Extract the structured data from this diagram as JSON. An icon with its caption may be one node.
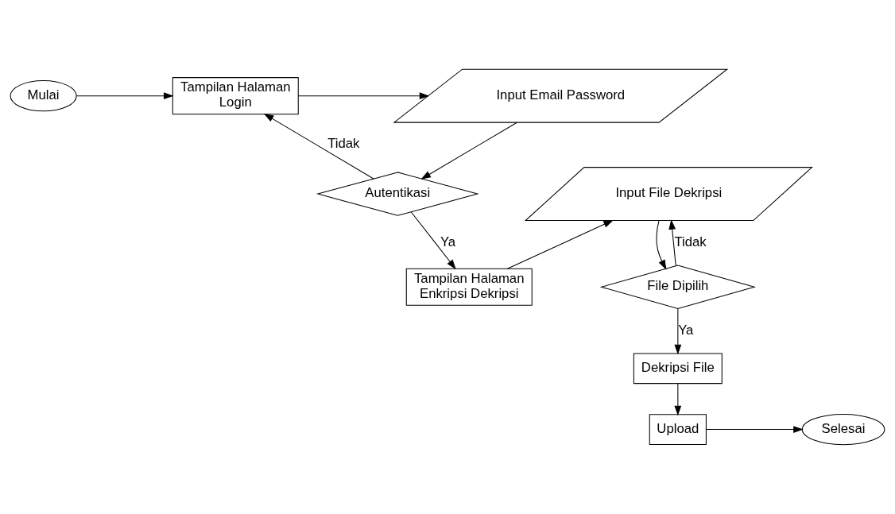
{
  "diagram": {
    "nodes": [
      {
        "text": [
          "Mulai"
        ]
      },
      {
        "text": [
          "Tampilan Halaman Login"
        ]
      },
      {
        "text": [
          "Input Email Password"
        ]
      },
      {
        "text": [
          "Autentikasi"
        ]
      },
      {
        "text": [
          "Tampilan Halaman Enkripsi Dekripsi"
        ]
      },
      {
        "text": [
          "Input File Dekripsi"
        ]
      },
      {
        "text": [
          "File Dipilih"
        ]
      },
      {
        "text": [
          "Dekripsi File"
        ]
      },
      {
        "text": [
          "Upload"
        ]
      },
      {
        "text": [
          "Selesai"
        ]
      }
    ],
    "edges": [
      {
        "from": 0,
        "to": 1,
        "arrow": "to"
      },
      {
        "from": 1,
        "to": 2,
        "arrow": "to"
      },
      {
        "from": 2,
        "to": 3,
        "arrow": "to"
      },
      {
        "from": 3,
        "to": 1,
        "arrow": "to",
        "label": "Tidak"
      },
      {
        "from": 3,
        "to": 4,
        "arrow": "to",
        "label": "Ya"
      },
      {
        "from": 4,
        "to": 5,
        "arrow": "to"
      },
      {
        "from": 5,
        "to": 6,
        "arrow": "to"
      },
      {
        "from": 6,
        "to": 5,
        "arrow": "to",
        "label": "Tidak"
      },
      {
        "from": 6,
        "to": 7,
        "arrow": "to",
        "label": "Ya"
      },
      {
        "from": 7,
        "to": 8,
        "arrow": "to"
      },
      {
        "from": 8,
        "to": 9,
        "arrow": "to"
      }
    ]
  }
}
